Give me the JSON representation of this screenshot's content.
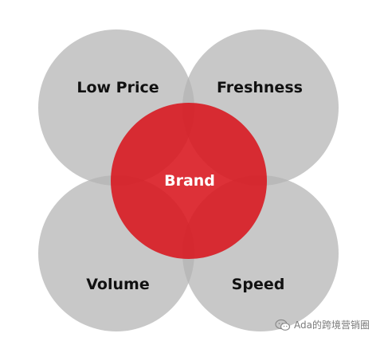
{
  "diagram": {
    "circles": {
      "top_left": {
        "label": "Low Price"
      },
      "top_right": {
        "label": "Freshness"
      },
      "bottom_left": {
        "label": "Volume"
      },
      "bottom_right": {
        "label": "Speed"
      }
    },
    "center": {
      "label": "Brand"
    }
  },
  "colors": {
    "outer_circle": "#b3b3b3",
    "center_circle": "#d8141c",
    "background": "#ffffff"
  },
  "watermark": {
    "icon": "wechat-icon",
    "text": "Ada的跨境营销圈"
  }
}
